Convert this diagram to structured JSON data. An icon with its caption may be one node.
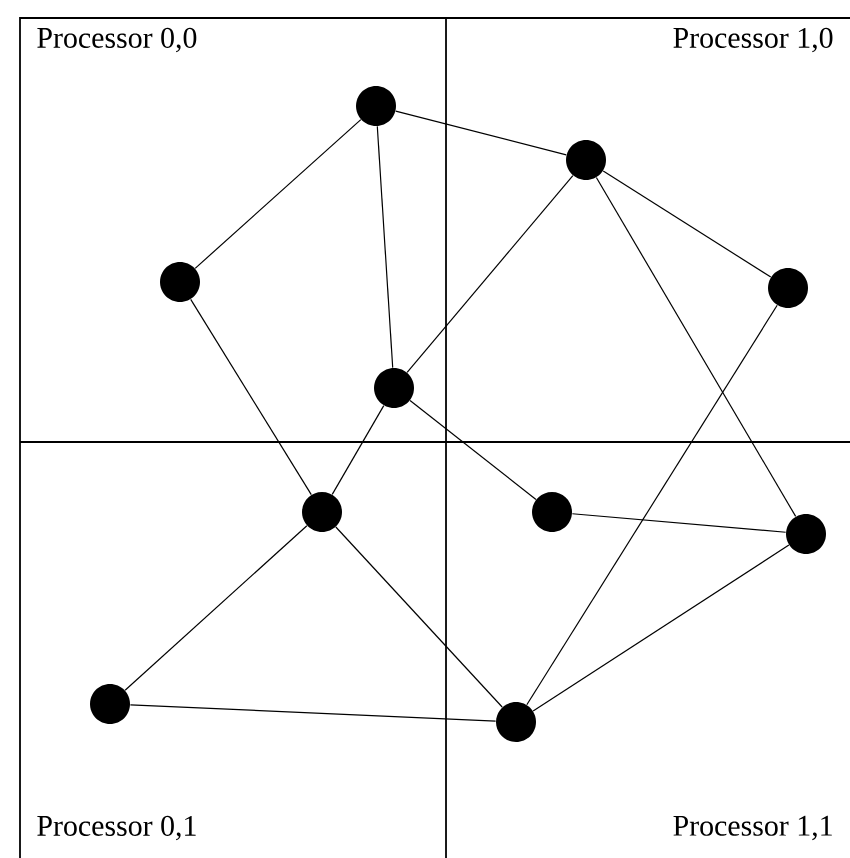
{
  "diagram": {
    "nodes": [
      {
        "text": [],
        "shape": "circle"
      },
      {
        "text": [],
        "shape": "circle"
      },
      {
        "text": [],
        "shape": "circle"
      },
      {
        "text": [],
        "shape": "circle"
      },
      {
        "text": [],
        "shape": "circle"
      },
      {
        "text": [],
        "shape": "circle"
      },
      {
        "text": [],
        "shape": "circle"
      },
      {
        "text": [],
        "shape": "circle"
      },
      {
        "text": [],
        "shape": "circle"
      },
      {
        "text": [],
        "shape": "circle"
      }
    ],
    "edges": [
      {
        "from": 0,
        "to": 1,
        "arrow": "none"
      },
      {
        "from": 0,
        "to": 2,
        "arrow": "none"
      },
      {
        "from": 0,
        "to": 4,
        "arrow": "none"
      },
      {
        "from": 1,
        "to": 4,
        "arrow": "none"
      },
      {
        "from": 1,
        "to": 3,
        "arrow": "none"
      },
      {
        "from": 1,
        "to": 7,
        "arrow": "none"
      },
      {
        "from": 2,
        "to": 5,
        "arrow": "none"
      },
      {
        "from": 4,
        "to": 5,
        "arrow": "none"
      },
      {
        "from": 4,
        "to": 6,
        "arrow": "none"
      },
      {
        "from": 3,
        "to": 9,
        "arrow": "none"
      },
      {
        "from": 6,
        "to": 7,
        "arrow": "none"
      },
      {
        "from": 5,
        "to": 8,
        "arrow": "none"
      },
      {
        "from": 5,
        "to": 9,
        "arrow": "none"
      },
      {
        "from": 8,
        "to": 9,
        "arrow": "none"
      },
      {
        "from": 7,
        "to": 9,
        "arrow": "none"
      }
    ],
    "labels": [
      "Processor 0,0",
      "Processor 1,0",
      "Processor 0,1",
      "Processor 1,1"
    ]
  }
}
